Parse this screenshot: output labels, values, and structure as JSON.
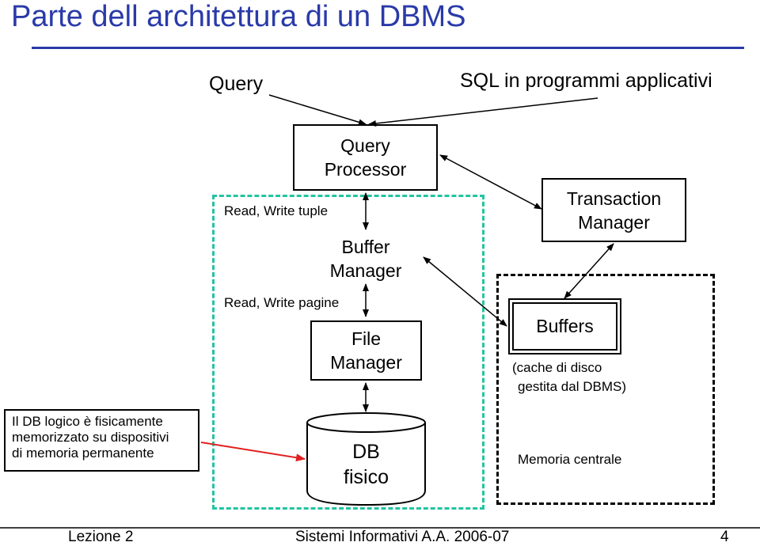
{
  "title": "Parte dell architettura di un DBMS",
  "inputs": {
    "query": "Query",
    "sql": "SQL in programmi applicativi"
  },
  "components": {
    "query_processor": [
      "Query",
      "Processor"
    ],
    "buffer_manager": [
      "Buffer",
      "Manager"
    ],
    "file_manager": [
      "File",
      "Manager"
    ],
    "db_fisico": [
      "DB",
      "fisico"
    ],
    "transaction_manager": [
      "Transaction",
      "Manager"
    ],
    "buffers": "Buffers"
  },
  "labels": {
    "read_write_tuple": "Read, Write tuple",
    "read_write_pagine": "Read, Write pagine",
    "cache": [
      "(cache di disco",
      "gestita dal DBMS)"
    ],
    "memoria_centrale": "Memoria centrale"
  },
  "note": [
    "Il DB logico è fisicamente",
    "memorizzato su dispositivi",
    "di memoria permanente"
  ],
  "footer": {
    "left": "Lezione 2",
    "center": "Sistemi Informativi A.A. 2006-07",
    "page": "4"
  },
  "colors": {
    "title": "#2a3aa8",
    "persistent_region": "#22c4a0",
    "note_arrow": "#e02020"
  }
}
